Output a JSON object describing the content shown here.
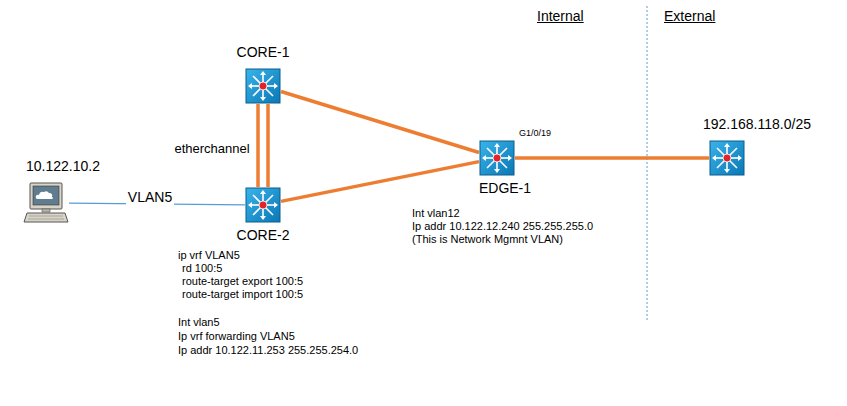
{
  "diagram": {
    "nodes": [
      {
        "text": [
          "CORE-1"
        ]
      },
      {
        "text": [
          "CORE-2"
        ]
      },
      {
        "text": [
          "EDGE-1"
        ]
      },
      {
        "text": [
          "192.168.118.0/25"
        ]
      },
      {
        "text": [
          "10.122.10.2"
        ]
      }
    ],
    "edges": [
      {
        "from": 0,
        "to": 1,
        "arrow": "none",
        "label": "etherchannel"
      },
      {
        "from": 0,
        "to": 2,
        "arrow": "none"
      },
      {
        "from": 1,
        "to": 2,
        "arrow": "none"
      },
      {
        "from": 2,
        "to": 3,
        "arrow": "none",
        "label": "G1/0/19"
      },
      {
        "from": 4,
        "to": 1,
        "arrow": "none",
        "label": "VLAN5"
      }
    ],
    "labels": [
      "Internal",
      "External",
      "ip vrf VLAN5",
      "rd 100:5",
      "route-target export 100:5",
      "route-target import 100:5",
      "Int vlan5",
      "Ip vrf forwarding VLAN5",
      "Ip addr 10.122.11.253 255.255.254.0",
      "Int vlan12",
      "Ip addr 10.122.12.240 255.255.255.0",
      "(This is Network Mgmnt VLAN)"
    ]
  }
}
